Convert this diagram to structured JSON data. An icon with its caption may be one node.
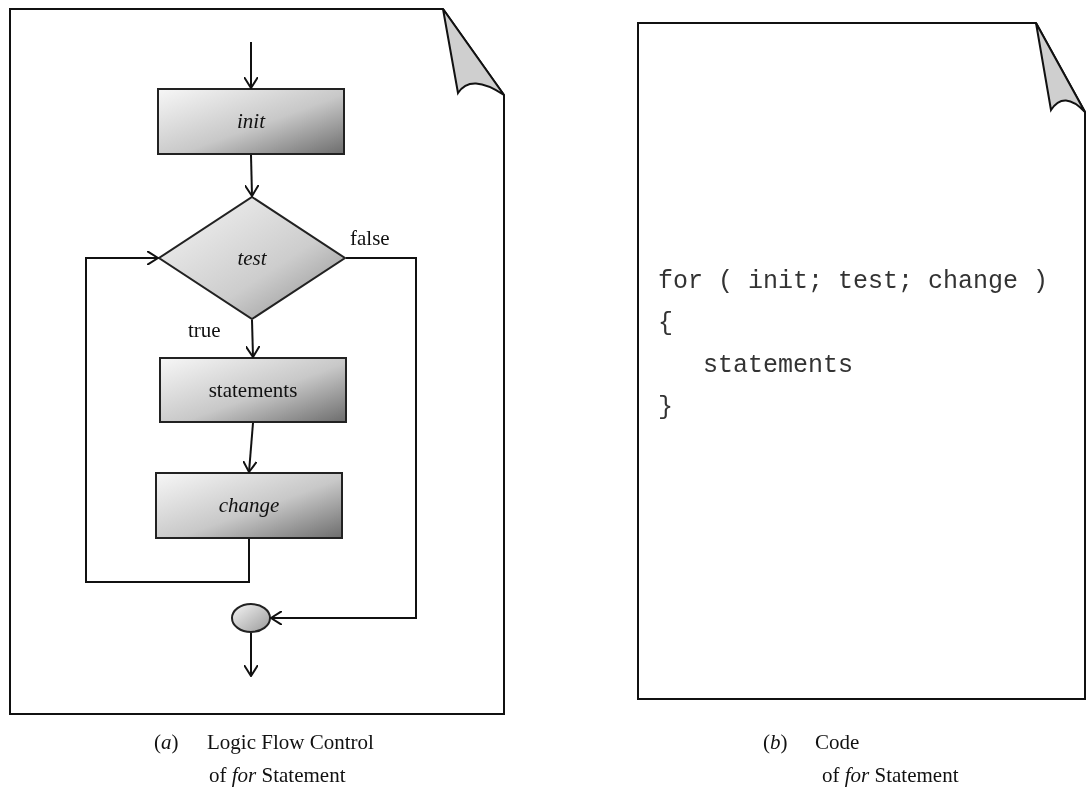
{
  "diagram": {
    "nodes": [
      {
        "text": [],
        "shape": "box",
        "beside": [
          "(*a*)",
          "Logic Flow Control",
          "of *for* Statement"
        ]
      },
      {
        "text": [
          "init"
        ],
        "in": 0
      },
      {
        "text": [
          "test"
        ],
        "in": 0
      },
      {
        "text": [
          "statements"
        ],
        "in": 0
      },
      {
        "text": [
          "change"
        ],
        "in": 0
      },
      {
        "text": [],
        "shape": "circle",
        "in": 0
      },
      {
        "text": [
          "for ( init; test; change )",
          "{",
          "statements",
          "}"
        ],
        "beside": [
          "(*b*)",
          "Code",
          "of *for* Statement"
        ]
      }
    ],
    "edges": [
      {
        "from": null,
        "to": 1,
        "arrow": "to"
      },
      {
        "from": 1,
        "to": 2,
        "arrow": "to"
      },
      {
        "from": 2,
        "to": 3,
        "arrow": "to",
        "label": "true"
      },
      {
        "from": 3,
        "to": 4,
        "arrow": "to"
      },
      {
        "from": 4,
        "to": 2,
        "arrow": "to"
      },
      {
        "from": 2,
        "to": 5,
        "arrow": "to",
        "label": "false"
      },
      {
        "from": 5,
        "to": null,
        "arrow": "to"
      }
    ]
  }
}
